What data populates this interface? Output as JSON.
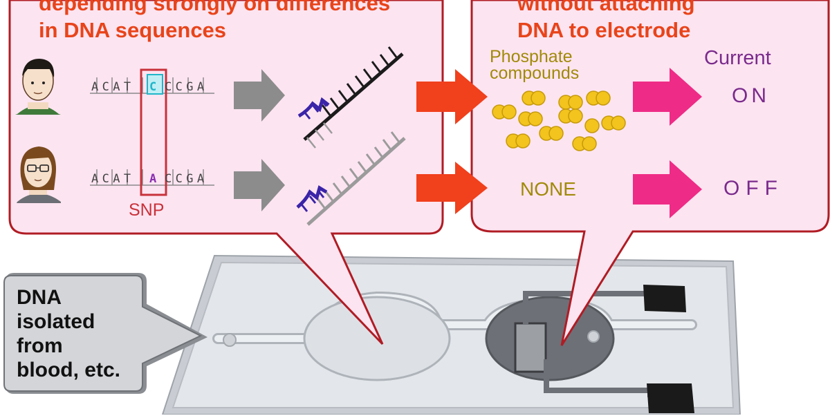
{
  "left_panel": {
    "heading_lines": [
      "depending strongly on differences",
      "in DNA sequences"
    ],
    "sequence_prefix": "ACAT",
    "sequence_suffix": "CCGA",
    "person1_base": "C",
    "person2_base": "A",
    "snp_label": "SNP"
  },
  "right_panel": {
    "heading_lines": [
      "without attaching",
      "DNA  to electrode"
    ],
    "phosphate_label_lines": [
      "Phosphate",
      "compounds"
    ],
    "current_label": "Current",
    "on_label": "ON",
    "none_label": "NONE",
    "off_label": "OFF"
  },
  "callout": {
    "lines": [
      "DNA",
      "isolated",
      "from",
      "blood, etc."
    ]
  },
  "colors": {
    "panel_fill": "#fde4f1",
    "panel_border": "#b01c24",
    "heading": "#e8441a",
    "red_arrow": "#f0401c",
    "pink_arrow": "#ee2b86",
    "gray_arrow": "#8c8c8c",
    "bead": "#f3c31e",
    "snp_highlight": "#1fb6c9",
    "snp_box": "#c8323a",
    "dna_strand": "#1b1b1b",
    "dna_probe": "#3a24a8"
  }
}
